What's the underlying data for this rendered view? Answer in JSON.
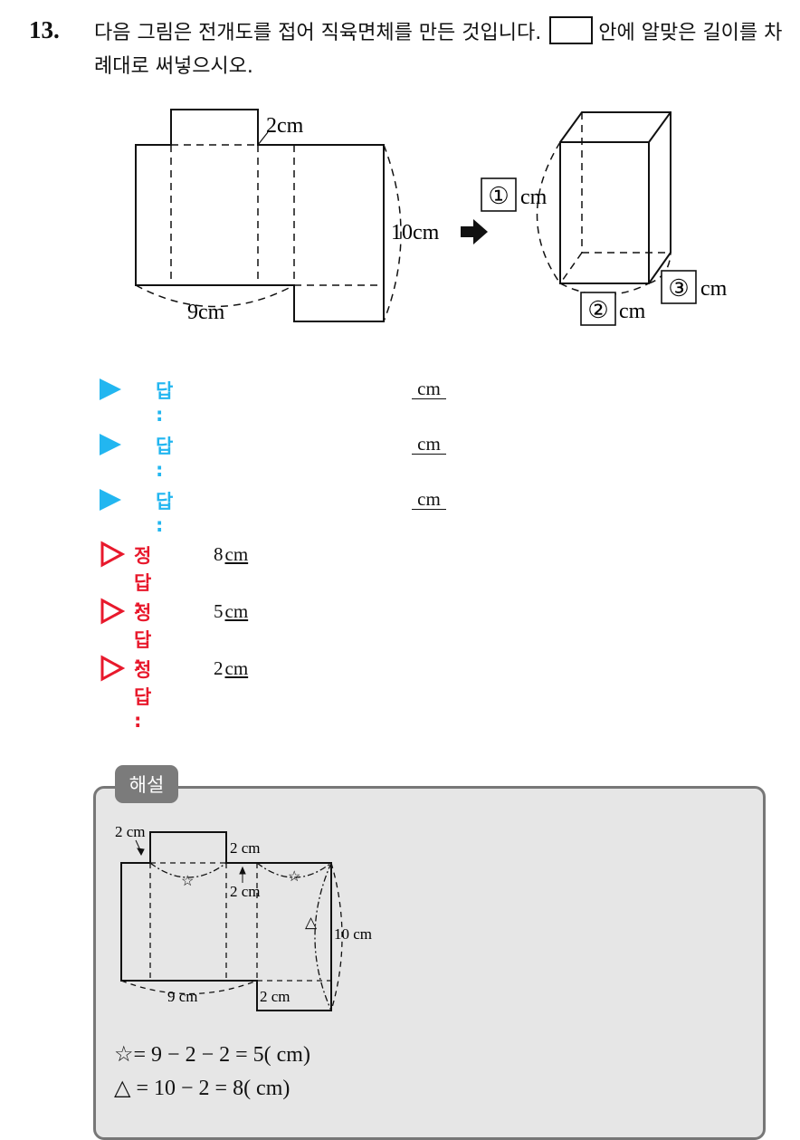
{
  "question": {
    "number": "13.",
    "text_part1": "다음 그림은 전개도를 접어 직육면체를 만든 것입니다.",
    "text_part2": "안에 알맞은 길이를 차례대로 써넣으시오."
  },
  "figure": {
    "net_top_label": "2cm",
    "net_height_label": "10cm",
    "net_width_label": "9cm",
    "box_label_1": "①",
    "box_label_2": "②",
    "box_label_3": "③",
    "unit": "cm"
  },
  "answers": [
    {
      "label": "답 :",
      "unit": "cm"
    },
    {
      "label": "답 :",
      "unit": "cm"
    },
    {
      "label": "답 :",
      "unit": "cm"
    }
  ],
  "solutions": [
    {
      "label": "정답 :",
      "value": "8",
      "unit": "cm"
    },
    {
      "label": "정답 :",
      "value": "5",
      "unit": "cm"
    },
    {
      "label": "정답 :",
      "value": "2",
      "unit": "cm"
    }
  ],
  "explanation": {
    "tab": "해설",
    "fig": {
      "top_left": "2 cm",
      "top_right": "2 cm",
      "middle": "2 cm",
      "right": "10 cm",
      "bottom": "9 cm",
      "bottom_right": "2 cm",
      "star": "☆",
      "triangle": "△"
    },
    "line1": "☆= 9 − 2 − 2 = 5( cm)",
    "line2": "△ = 10 − 2 = 8( cm)"
  }
}
